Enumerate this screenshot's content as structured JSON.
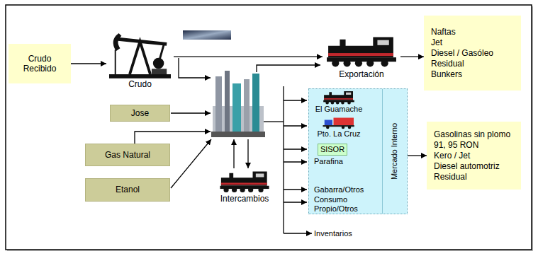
{
  "diagram": {
    "nodes": [
      {
        "text": [
          "Crudo Recibido"
        ]
      },
      {
        "text": [
          "Crudo"
        ]
      },
      {
        "text": [
          "Jose"
        ]
      },
      {
        "text": [
          "Gas Natural"
        ]
      },
      {
        "text": [
          "Etanol"
        ]
      },
      {
        "text": [
          "Exportación"
        ]
      },
      {
        "text": [
          "Naftas",
          "Jet",
          "Diesel / Gasóleo",
          "Residual",
          "Bunkers"
        ]
      },
      {
        "text": [
          "Intercambios"
        ]
      },
      {
        "text": [
          "Mercado Interno"
        ]
      },
      {
        "text": [
          "El Guamache"
        ],
        "in": 8
      },
      {
        "text": [
          "Pto. La Cruz"
        ],
        "in": 8
      },
      {
        "text": [
          "SISOR"
        ],
        "in": 8
      },
      {
        "text": [
          "Gasolinas sin plomo 91, 95 RON",
          "Kero / Jet",
          "Diesel automotriz",
          "Residual"
        ]
      }
    ],
    "edges": [
      {
        "from": 0,
        "to": 1,
        "arrow": "to"
      },
      {
        "from": 1,
        "to": 5,
        "arrow": "to"
      },
      {
        "from": 5,
        "to": 6,
        "arrow": "to"
      },
      {
        "from": 8,
        "to": 12,
        "arrow": "to"
      }
    ],
    "labels": [
      "Parafina",
      "Gabarra/Otros",
      "Consumo Propio/Otros",
      "Inventarios"
    ]
  }
}
